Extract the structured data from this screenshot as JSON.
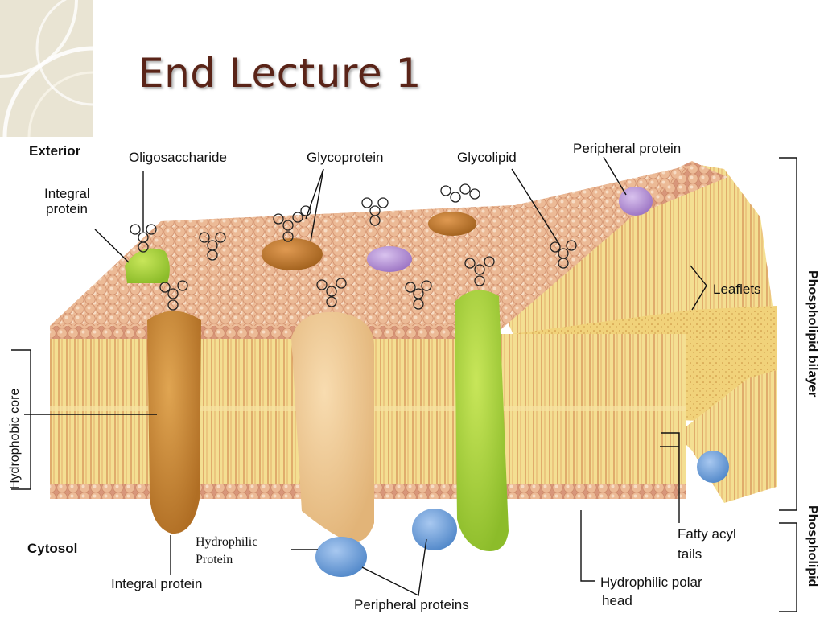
{
  "slide": {
    "title": "End Lecture 1"
  },
  "diagram": {
    "labels": {
      "exterior": "Exterior",
      "cytosol": "Cytosol",
      "oligosaccharide": "Oligosaccharide",
      "glycoprotein": "Glycoprotein",
      "glycolipid": "Glycolipid",
      "peripheral_protein_top": "Peripheral protein",
      "integral_protein_top_line1": "Integral",
      "integral_protein_top_line2": "protein",
      "leaflets": "Leaflets",
      "hydrophobic_core": "Hydrophobic core",
      "phospholipid_bilayer": "Phospholipid  bilayer",
      "phospholipid_partial": "Phospholipid",
      "fatty_acyl_tails_line1": "Fatty acyl",
      "fatty_acyl_tails_line2": "tails",
      "hydrophilic_polar_head_line1": "Hydrophilic polar",
      "hydrophilic_polar_head_line2": "head",
      "peripheral_proteins_bottom": "Peripheral proteins",
      "integral_protein_bottom": "Integral protein",
      "hydrophilic_protein_line1": "Hydrophilic",
      "hydrophilic_protein_line2": "Protein"
    },
    "colors": {
      "title": "#5a2418",
      "head_beads": "#e9b48e",
      "tails": "#f3dc8c",
      "integral_brown": "#c98a36",
      "integral_tan": "#efc994",
      "integral_green": "#a9d23c",
      "peripheral_purple": "#b08ad0",
      "peripheral_blue": "#6d9fd9",
      "glycoprotein_brown": "#b8762e"
    }
  }
}
